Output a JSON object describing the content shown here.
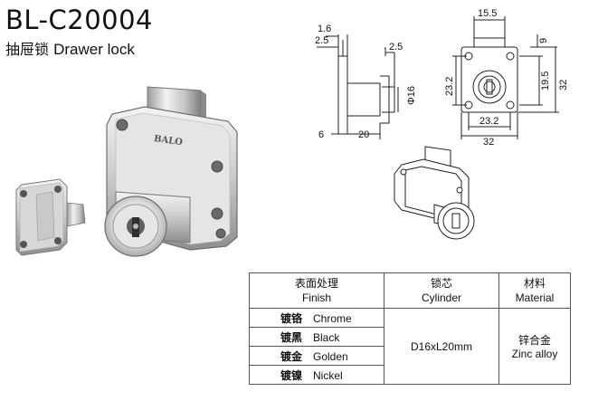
{
  "product": {
    "model": "BL-C20004",
    "name_zh": "抽屉锁",
    "name_en": "Drawer lock",
    "brand_stamp": "BALO"
  },
  "side_view": {
    "dims": [
      "1.6",
      "2.5",
      "2.5",
      "Φ16",
      "6",
      "20"
    ]
  },
  "front_view": {
    "dims": [
      "15.5",
      "9",
      "23.2",
      "19.5",
      "32",
      "23.2",
      "32"
    ]
  },
  "spec_table": {
    "headers": [
      {
        "zh": "表面处理",
        "en": "Finish"
      },
      {
        "zh": "锁芯",
        "en": "Cylinder"
      },
      {
        "zh": "材料",
        "en": "Material"
      }
    ],
    "finishes": [
      {
        "zh": "镀铬",
        "en": "Chrome"
      },
      {
        "zh": "镀黑",
        "en": "Black"
      },
      {
        "zh": "镀金",
        "en": "Golden"
      },
      {
        "zh": "镀镍",
        "en": "Nickel"
      }
    ],
    "cylinder": "D16xL20mm",
    "material_zh": "锌合金",
    "material_en": "Zinc alloy"
  }
}
